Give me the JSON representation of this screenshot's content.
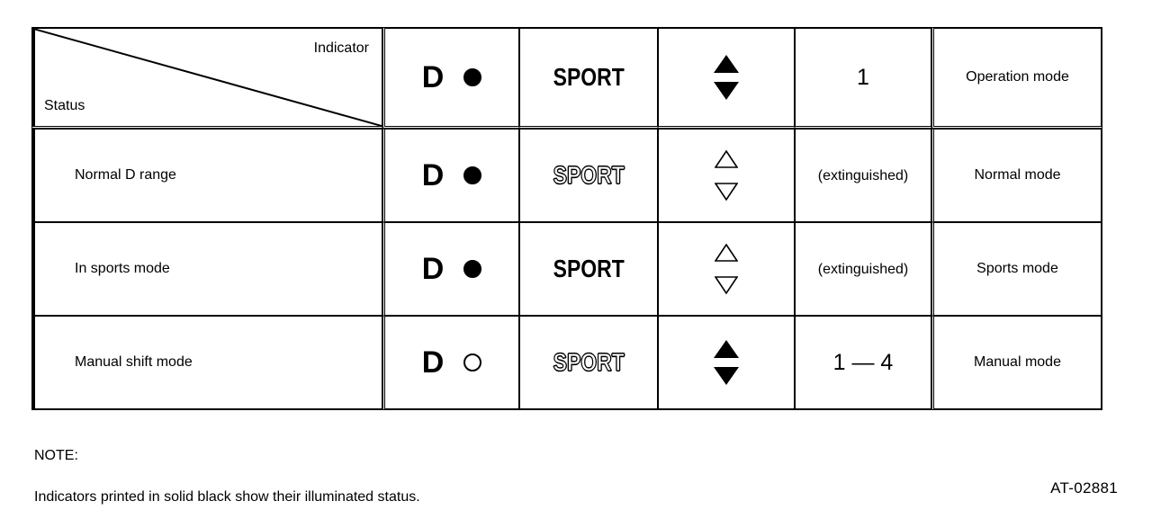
{
  "figure": {
    "reference_code": "AT-02881",
    "note_title": "NOTE:",
    "note_body": "Indicators printed in solid black show their illuminated status."
  },
  "table": {
    "corner": {
      "indicator_label": "Indicator",
      "status_label": "Status",
      "diagonal": "diagonal-divider"
    },
    "header": {
      "d_letter": "D",
      "d_lamp": "filled-circle-icon",
      "sport": "SPORT",
      "triangles": "filled-up-down-triangle-icon",
      "gear": "1",
      "operation_mode": "Operation mode"
    },
    "rows": [
      {
        "status": "Normal D range",
        "d_letter": "D",
        "d_lamp_state": "on",
        "d_lamp_icon": "filled-circle-icon",
        "sport": "SPORT",
        "sport_state": "off",
        "triangle_state": "off",
        "triangle_icon": "outlined-up-down-triangle-icon",
        "gear": "(extinguished)",
        "gear_size": "small",
        "mode": "Normal mode"
      },
      {
        "status": "In sports mode",
        "d_letter": "D",
        "d_lamp_state": "on",
        "d_lamp_icon": "filled-circle-icon",
        "sport": "SPORT",
        "sport_state": "on",
        "triangle_state": "off",
        "triangle_icon": "outlined-up-down-triangle-icon",
        "gear": "(extinguished)",
        "gear_size": "small",
        "mode": "Sports mode"
      },
      {
        "status": "Manual shift mode",
        "d_letter": "D",
        "d_lamp_state": "off",
        "d_lamp_icon": "hollow-circle-icon",
        "sport": "SPORT",
        "sport_state": "off",
        "triangle_state": "on",
        "triangle_icon": "filled-up-down-triangle-icon",
        "gear": "1 — 4",
        "gear_size": "large",
        "mode": "Manual mode"
      }
    ]
  }
}
